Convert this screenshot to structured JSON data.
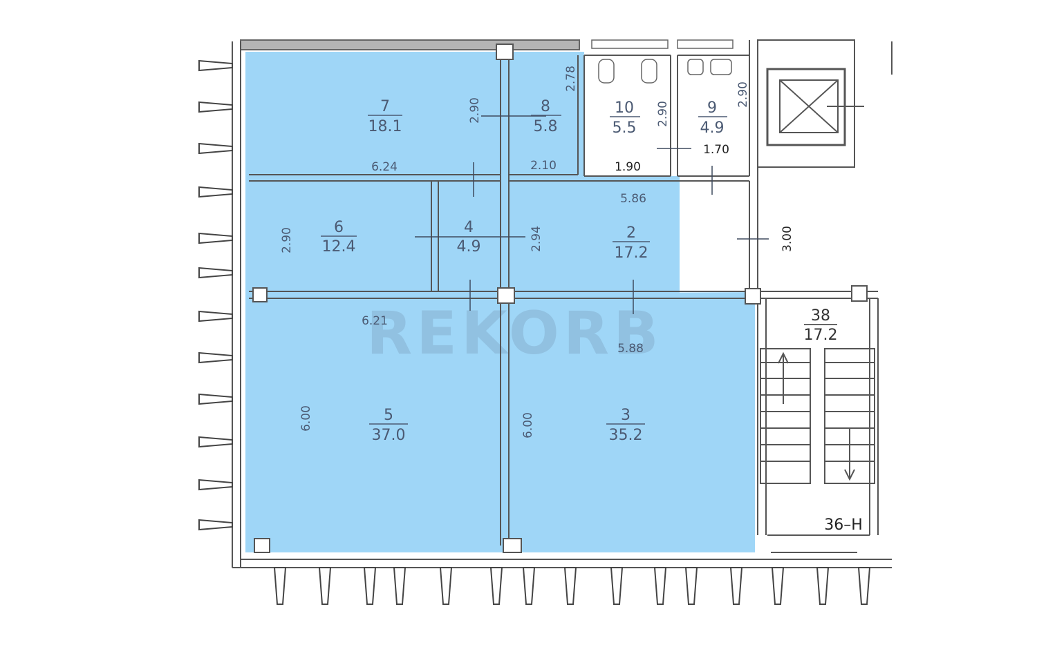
{
  "watermark": "REKORB",
  "colors": {
    "highlight": "#9fd6f7",
    "wall": "#555555",
    "text": "#4b5a73"
  },
  "rooms": [
    {
      "number": "7",
      "area": "18.1"
    },
    {
      "number": "8",
      "area": "5.8"
    },
    {
      "number": "10",
      "area": "5.5"
    },
    {
      "number": "9",
      "area": "4.9"
    },
    {
      "number": "6",
      "area": "12.4"
    },
    {
      "number": "4",
      "area": "4.9"
    },
    {
      "number": "2",
      "area": "17.2"
    },
    {
      "number": "5",
      "area": "37.0"
    },
    {
      "number": "3",
      "area": "35.2"
    },
    {
      "number": "38",
      "area": "17.2"
    }
  ],
  "dimensions": [
    "2.78",
    "2.90",
    "2.90",
    "2.90",
    "6.24",
    "2.10",
    "1.90",
    "1.70",
    "5.86",
    "2.90",
    "2.94",
    "3.00",
    "6.21",
    "5.88",
    "6.00",
    "6.00"
  ],
  "unit_label": "36–Н"
}
